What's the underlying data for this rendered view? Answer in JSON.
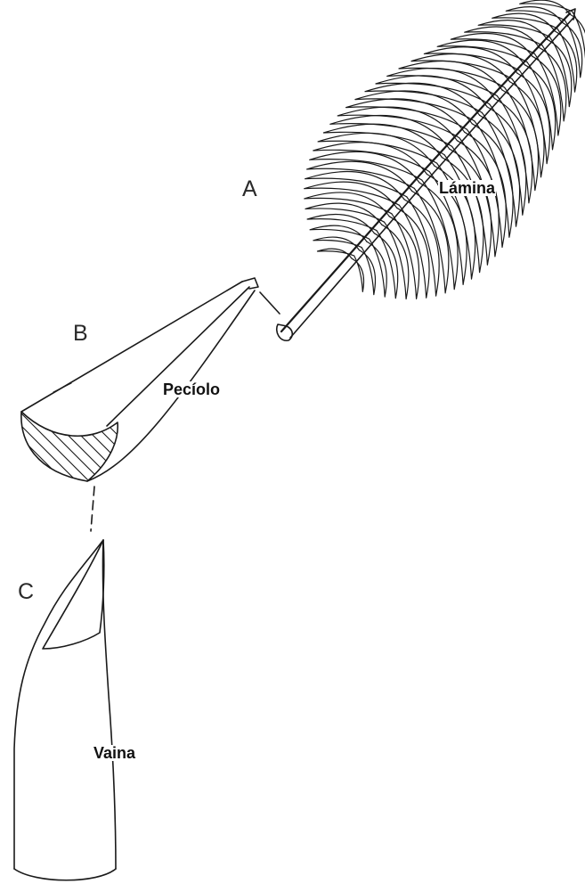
{
  "labels": {
    "part_a": {
      "letter": "A",
      "name": "Lámina"
    },
    "part_b": {
      "letter": "B",
      "name": "Pecíolo"
    },
    "part_c": {
      "letter": "C",
      "name": "Vaina"
    }
  },
  "colors": {
    "ink": "#1a1a1a",
    "background": "#ffffff"
  }
}
